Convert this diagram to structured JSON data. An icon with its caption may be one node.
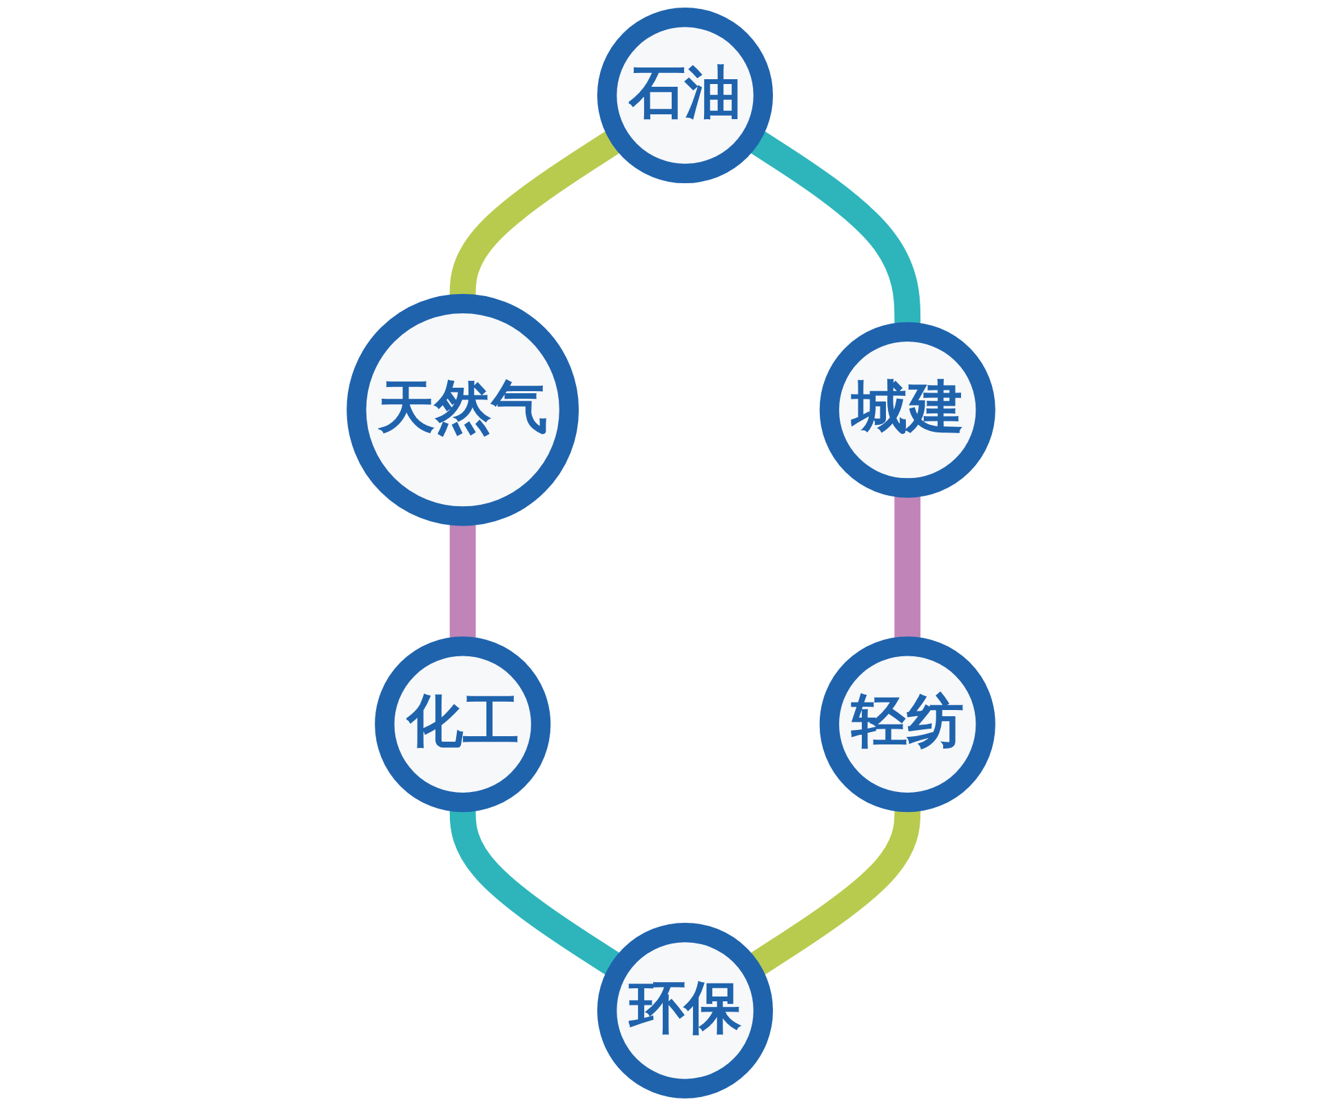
{
  "diagram": {
    "nodes": [
      {
        "text": [
          "石油"
        ]
      },
      {
        "text": [
          "天然气"
        ]
      },
      {
        "text": [
          "城建"
        ]
      },
      {
        "text": [
          "化工"
        ]
      },
      {
        "text": [
          "轻纺"
        ]
      },
      {
        "text": [
          "环保"
        ]
      }
    ],
    "edges": [
      {
        "from": 0,
        "to": 1,
        "arrow": "none",
        "color": "#b8cb4e"
      },
      {
        "from": 1,
        "to": 3,
        "arrow": "none",
        "color": "#c184b9"
      },
      {
        "from": 3,
        "to": 5,
        "arrow": "none",
        "color": "#2db5bb"
      },
      {
        "from": 4,
        "to": 5,
        "arrow": "none",
        "color": "#b8cb4e"
      },
      {
        "from": 2,
        "to": 4,
        "arrow": "none",
        "color": "#c184b9"
      },
      {
        "from": 0,
        "to": 2,
        "arrow": "none",
        "color": "#2db5bb"
      }
    ]
  }
}
